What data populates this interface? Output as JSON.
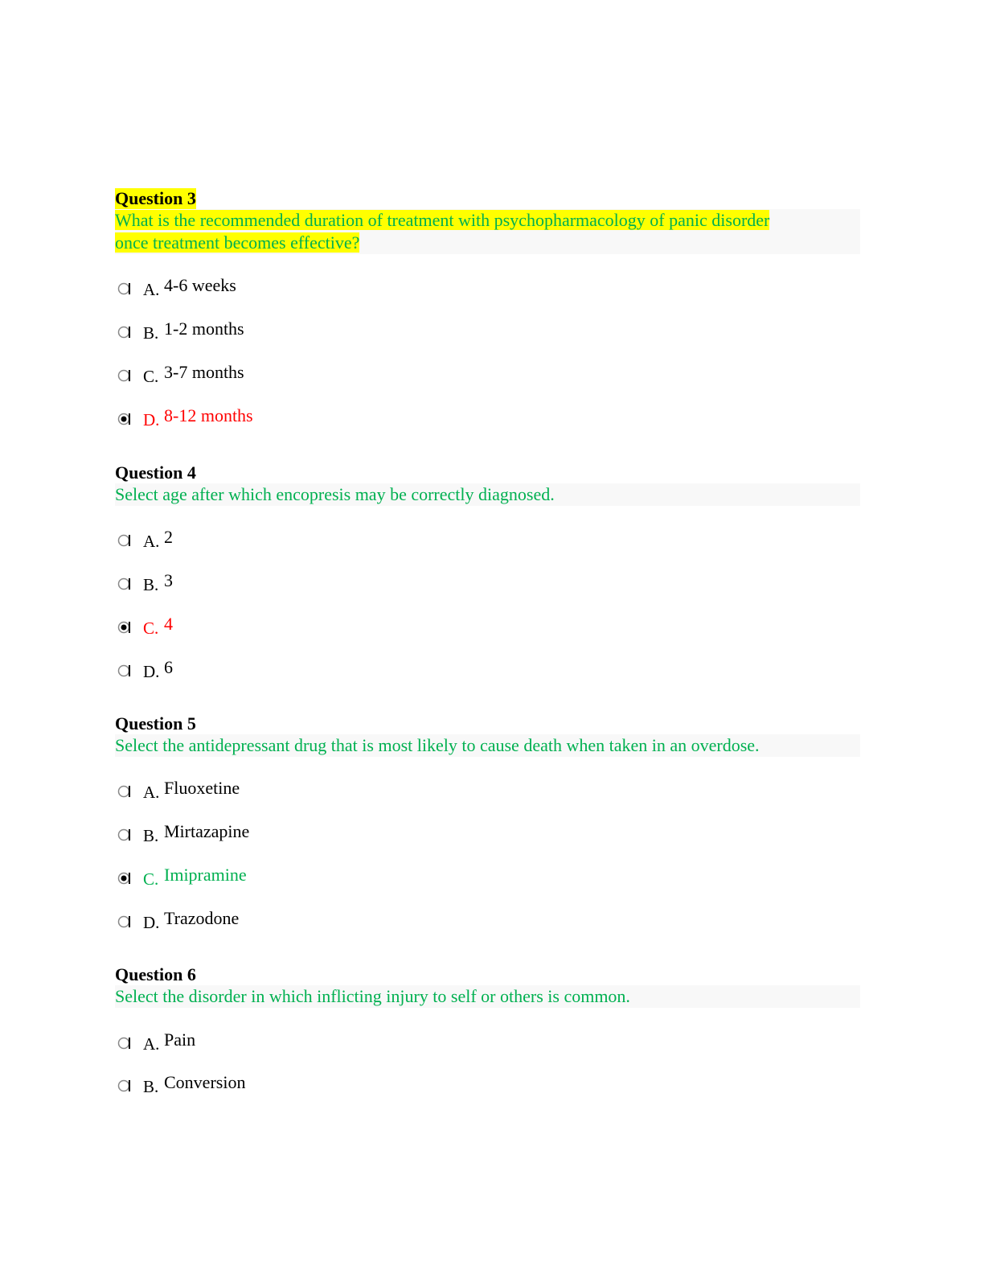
{
  "questions": [
    {
      "title": "Question 3",
      "text_lines": [
        "What is the recommended duration of treatment with psychopharmacology of panic disorder ",
        "once treatment becomes effective?"
      ],
      "options": [
        {
          "letter": "A.",
          "text": "4-6 weeks",
          "selected": false
        },
        {
          "letter": "B.",
          "text": "1-2 months",
          "selected": false
        },
        {
          "letter": "C.",
          "text": "3-7 months",
          "selected": false
        },
        {
          "letter": "D.",
          "text": "8-12 months",
          "selected": true,
          "color": "#ff0000"
        }
      ]
    },
    {
      "title": "Question 4",
      "text_lines": [
        "Select age after which encopresis may be correctly diagnosed."
      ],
      "options": [
        {
          "letter": "A.",
          "text": "2",
          "selected": false
        },
        {
          "letter": "B.",
          "text": "3",
          "selected": false
        },
        {
          "letter": "C.",
          "text": "4",
          "selected": true,
          "color": "#ff0000"
        },
        {
          "letter": "D.",
          "text": "6",
          "selected": false
        }
      ]
    },
    {
      "title": "Question 5",
      "text_lines": [
        "Select the antidepressant drug that is most likely to cause death when taken in an overdose."
      ],
      "options": [
        {
          "letter": "A.",
          "text": "Fluoxetine",
          "selected": false
        },
        {
          "letter": "B.",
          "text": "Mirtazapine",
          "selected": false
        },
        {
          "letter": "C.",
          "text": "Imipramine",
          "selected": true,
          "color": "#00b050"
        },
        {
          "letter": "D.",
          "text": "Trazodone",
          "selected": false
        }
      ]
    },
    {
      "title": "Question 6",
      "text_lines": [
        "Select the disorder in which inflicting injury to self or others is common."
      ],
      "options": [
        {
          "letter": "A.",
          "text": "Pain",
          "selected": false
        },
        {
          "letter": "B.",
          "text": "Conversion",
          "selected": false
        }
      ]
    }
  ],
  "colors": {
    "highlight": "#ffff00",
    "question_text": "#00b050",
    "wrong_answer": "#ff0000",
    "correct_answer": "#00b050"
  }
}
